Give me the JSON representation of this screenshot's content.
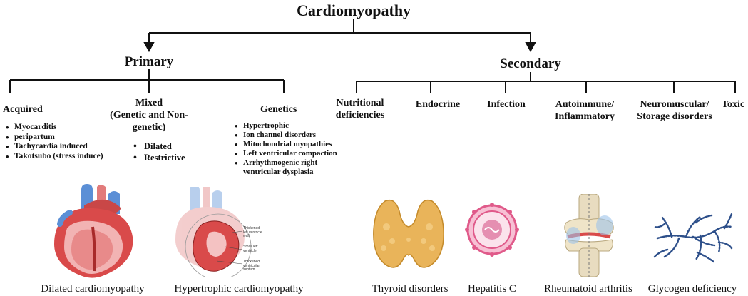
{
  "title": "Cardiomyopathy",
  "primary": {
    "label": "Primary",
    "acquired": {
      "label": "Acquired",
      "items": [
        "Myocarditis",
        "peripartum",
        "Tachycardia induced",
        "Takotsubo (stress induce)"
      ]
    },
    "mixed": {
      "label_line1": "Mixed",
      "label_line2": "(Genetic and Non-",
      "label_line3": "genetic)",
      "items": [
        "Dilated",
        "Restrictive"
      ]
    },
    "genetics": {
      "label": "Genetics",
      "items": [
        "Hypertrophic",
        "Ion channel disorders",
        "Mitochondrial myopathies",
        "Left ventricular compaction",
        " Arrhythmogenic right",
        "ventricular dysplasia"
      ]
    }
  },
  "secondary": {
    "label": "Secondary",
    "nutritional": {
      "line1": "Nutritional",
      "line2": "deficiencies"
    },
    "endocrine": "Endocrine",
    "infection": "Infection",
    "autoimmune": {
      "line1": "Autoimmune/",
      "line2": "Inflammatory"
    },
    "neuromuscular": {
      "line1": "Neuromuscular/",
      "line2": "Storage disorders"
    },
    "toxic": "Toxic"
  },
  "illustrations": {
    "dilated": {
      "caption": "Dilated cardiomyopathy",
      "icon": "dilated-heart-illustration"
    },
    "hypertrophic": {
      "caption": "Hypertrophic cardiomyopathy",
      "icon": "hypertrophic-heart-illustration",
      "callouts": [
        "Thickened left ventricle wall",
        "Small left ventricle",
        "Thickened ventricular septum"
      ]
    },
    "thyroid": {
      "caption": "Thyroid disorders",
      "icon": "thyroid-gland-illustration"
    },
    "hepatitis": {
      "caption": "Hepatitis C",
      "icon": "hepatitis-c-virus-illustration"
    },
    "rheumatoid": {
      "caption": "Rheumatoid arthritis",
      "icon": "knee-joint-illustration"
    },
    "glycogen": {
      "caption": "Glycogen deficiency",
      "icon": "glycogen-molecule-illustration"
    }
  },
  "colors": {
    "line": "#111111",
    "heart_red": "#d94a4a",
    "heart_dark": "#a82a2a",
    "vessel_blue": "#5b8fd6",
    "thyroid": "#e9b45a",
    "virus_pink": "#e05a8a",
    "bone": "#e8dcc0",
    "glycogen": "#2d4f8a"
  }
}
